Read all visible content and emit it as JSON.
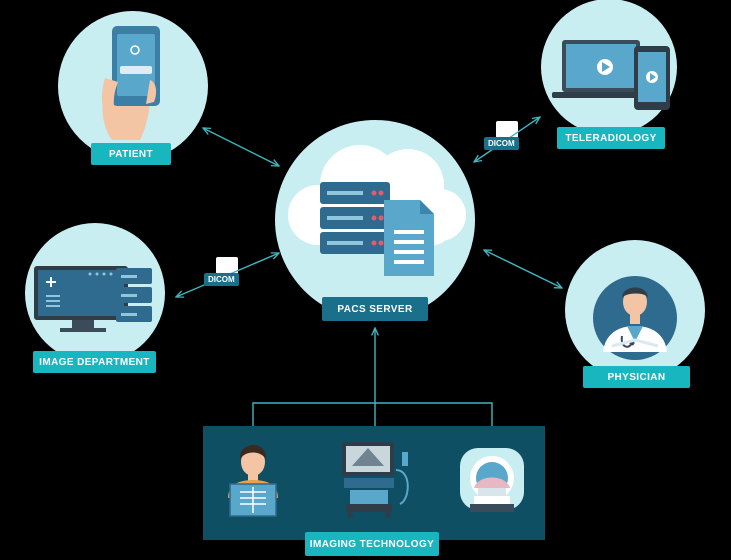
{
  "nodes": {
    "patient": {
      "label": "PATIENT"
    },
    "teleradiology": {
      "label": "TELERADIOLOGY"
    },
    "pacs_server": {
      "label": "PACS SERVER"
    },
    "image_department": {
      "label": "IMAGE DEPARTMENT"
    },
    "physician": {
      "label": "PHYSICIAN"
    },
    "imaging_technology": {
      "label": "IMAGING TECHNOLOGY"
    }
  },
  "tags": {
    "dicom_top": "DICOM",
    "dicom_left": "DICOM"
  },
  "colors": {
    "background": "#000000",
    "circle_fill": "#c9eef2",
    "accent_teal": "#18b6bf",
    "navy": "#1a6f8a",
    "dark_panel": "#0f4f63",
    "connector": "#3fb6c0"
  }
}
